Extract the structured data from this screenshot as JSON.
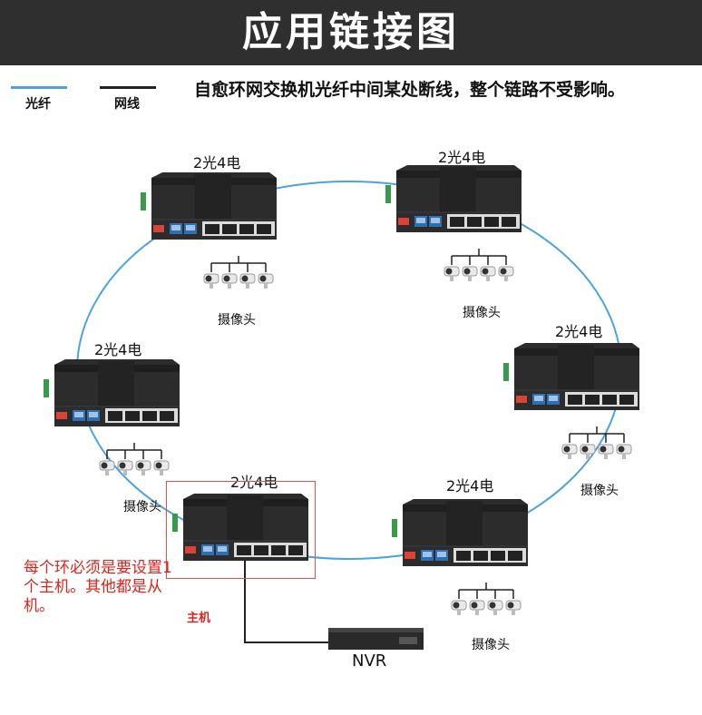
{
  "header": {
    "title": "应用链接图"
  },
  "legend": {
    "fiber_label": "光纤",
    "cable_label": "网线",
    "fiber_color": "#4aa3df",
    "cable_color": "#222222"
  },
  "note_top": "自愈环网交换机光纤中间某处断线，整个链路不受影响。",
  "switches": [
    {
      "label": "2光4电"
    },
    {
      "label": "2光4电"
    },
    {
      "label": "2光4电"
    },
    {
      "label": "2光4电"
    },
    {
      "label": "2光4电"
    },
    {
      "label": "2光4电"
    }
  ],
  "camera_label": "摄像头",
  "master": {
    "note": "每个环必须是要设置1个主机。其他都是从机。",
    "label": "主机",
    "color": "#d9261c"
  },
  "nvr": {
    "label": "NVR"
  }
}
